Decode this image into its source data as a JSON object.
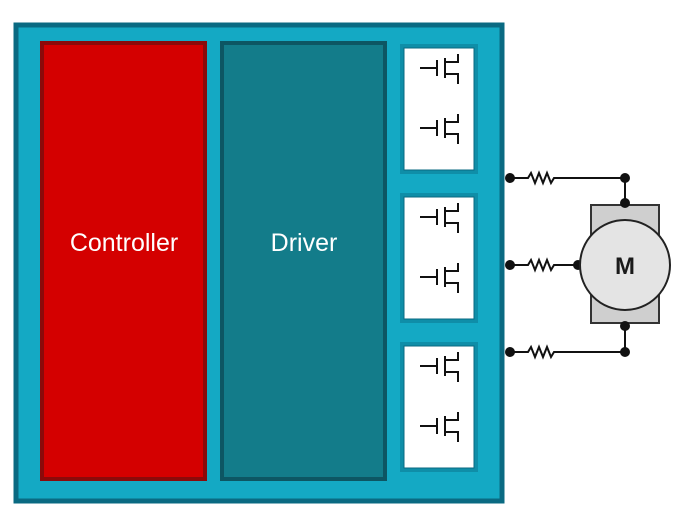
{
  "blocks": {
    "controller": {
      "label": "Controller",
      "fill": "#d40000",
      "border": "#8b0a0a"
    },
    "driver": {
      "label": "Driver",
      "fill": "#137c8a",
      "border": "#0d5663"
    }
  },
  "board": {
    "fill": "#14a9c4",
    "border": "#0a6a82"
  },
  "fet_stages": 3,
  "motor": {
    "label": "M",
    "body_fill": "#e4e4e4",
    "housing_fill": "#cfcfcf"
  },
  "phases": 3
}
